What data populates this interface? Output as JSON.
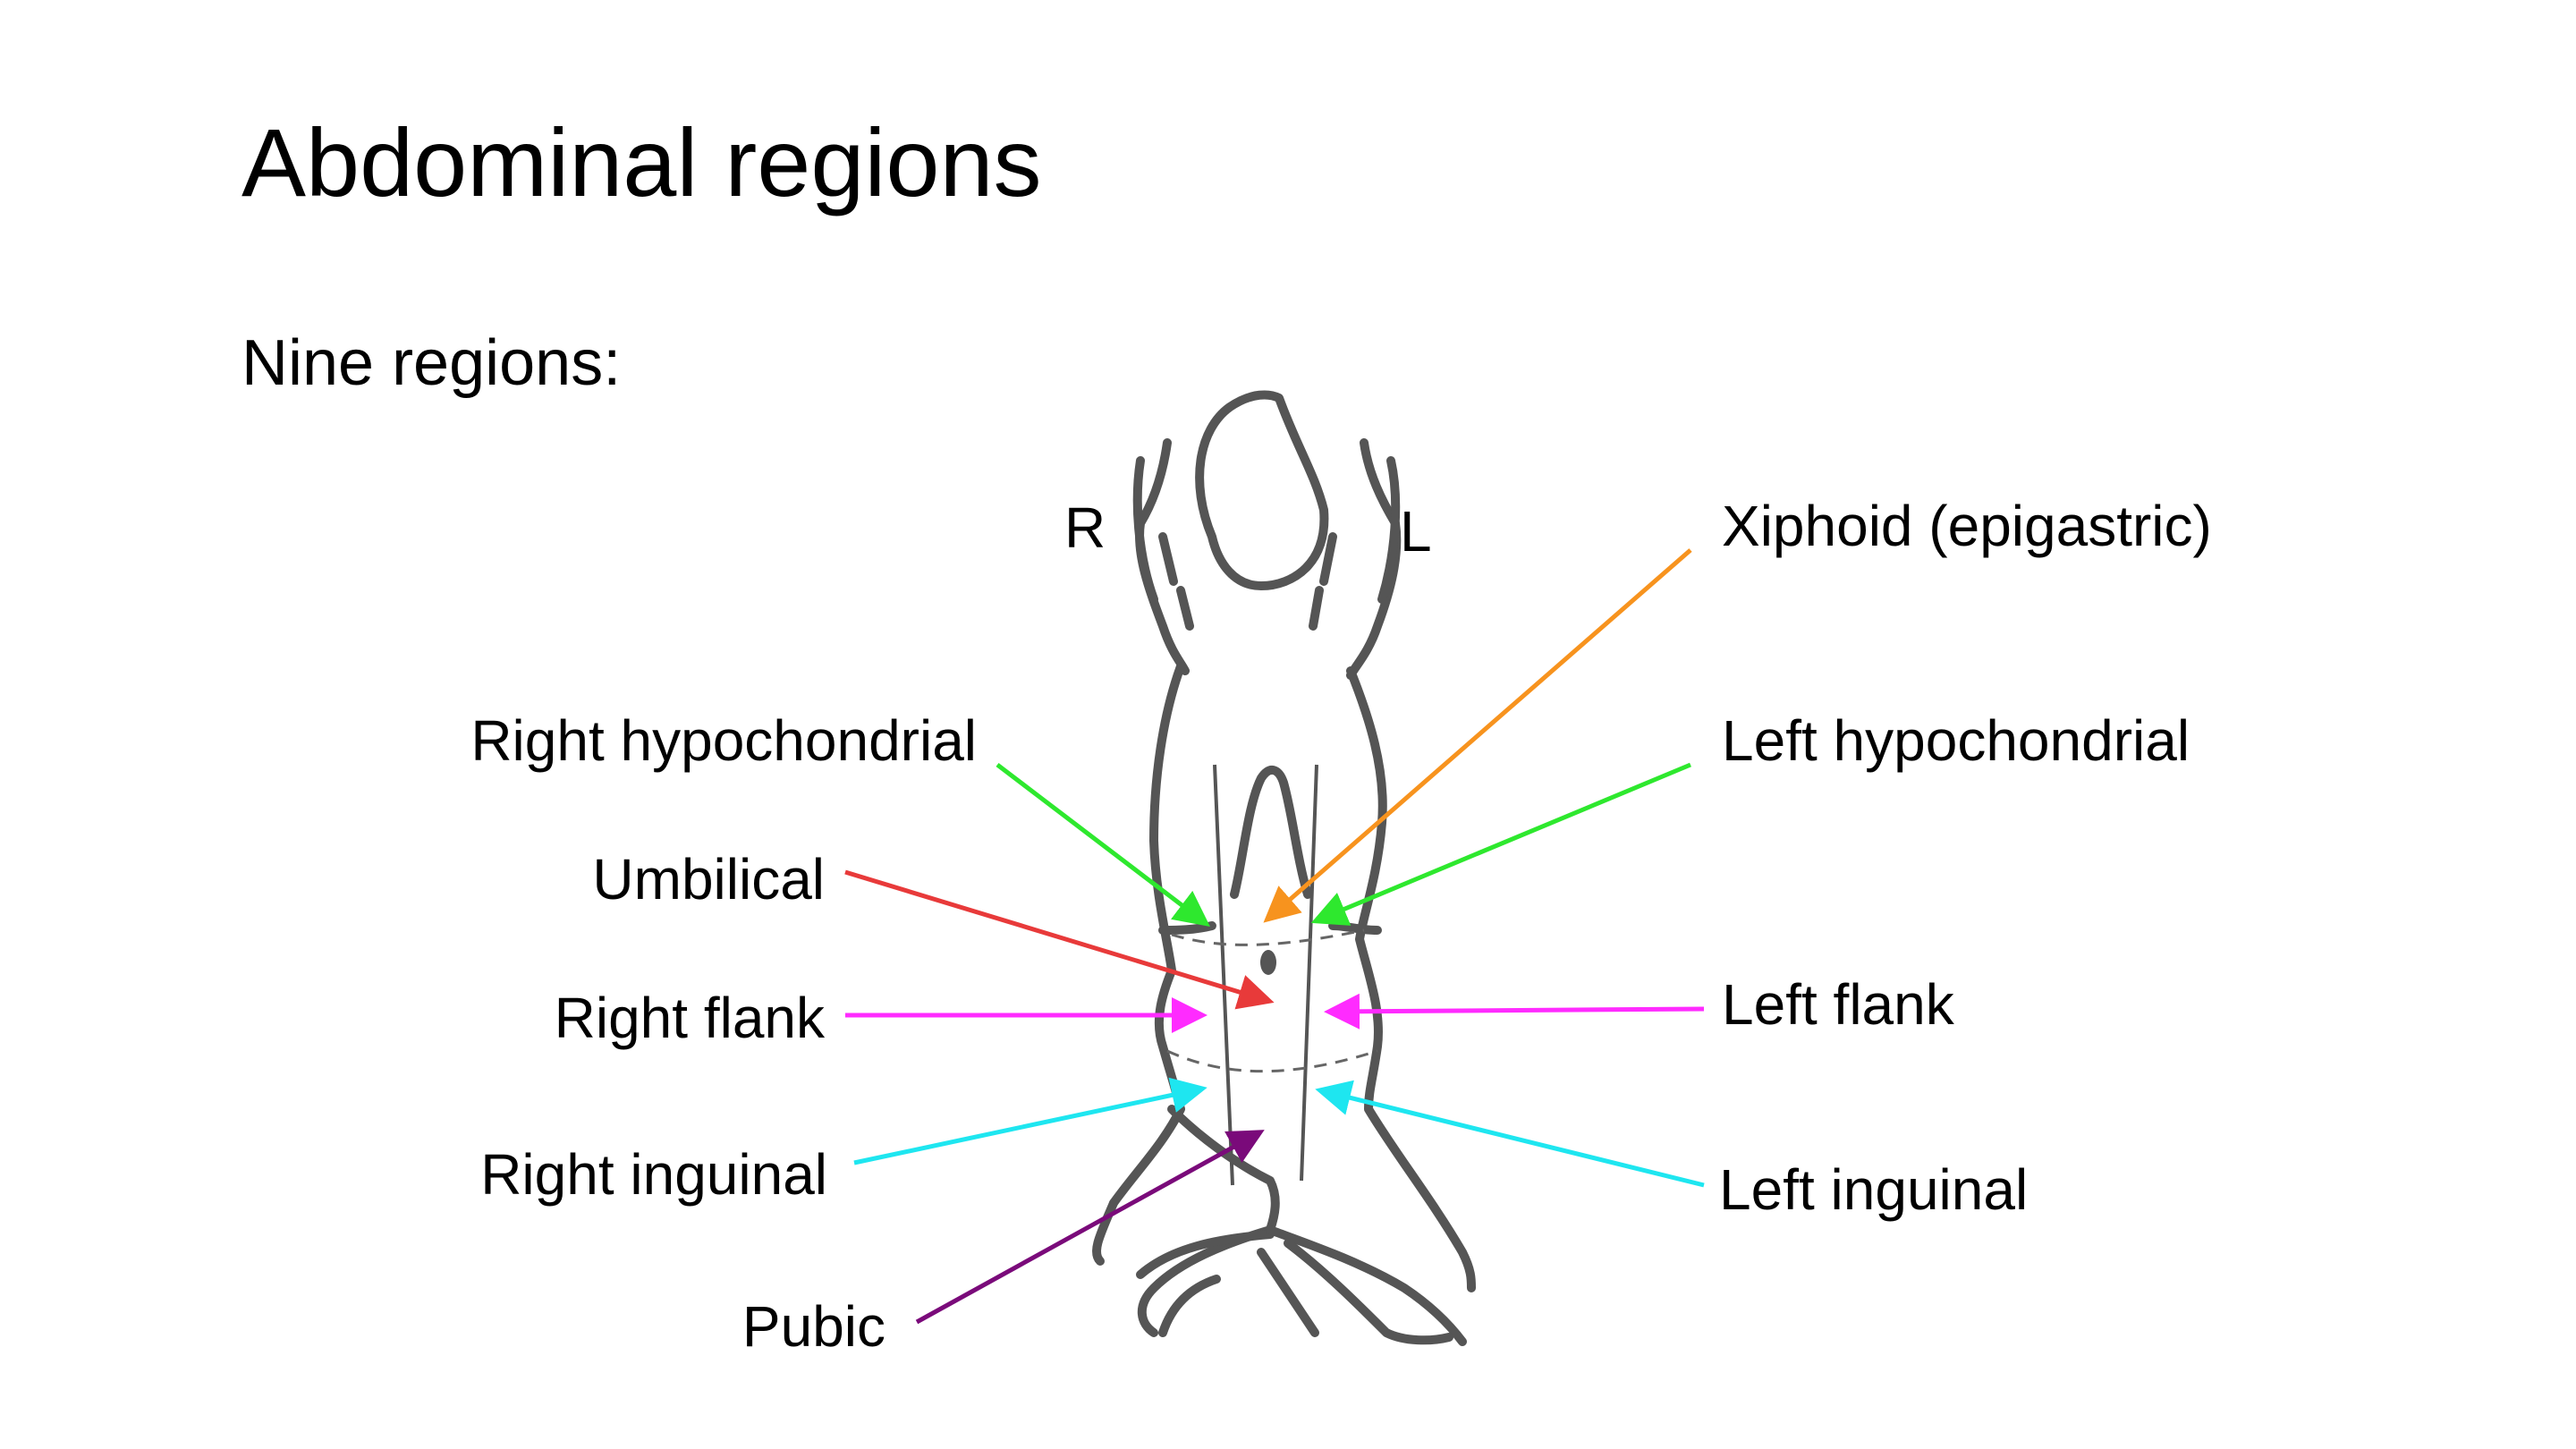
{
  "title": "Abdominal regions",
  "subtitle": "Nine regions:",
  "orientation": {
    "right": "R",
    "left": "L"
  },
  "labels": {
    "xiphoid": "Xiphoid (epigastric)",
    "right_hypochondrial": "Right hypochondrial",
    "left_hypochondrial": "Left hypochondrial",
    "umbilical": "Umbilical",
    "right_flank": "Right flank",
    "left_flank": "Left flank",
    "right_inguinal": "Right inguinal",
    "left_inguinal": "Left inguinal",
    "pubic": "Pubic"
  },
  "colors": {
    "xiphoid": "#f7931e",
    "hypochondrial": "#2ee82e",
    "umbilical": "#e83a3a",
    "flank": "#ff2bff",
    "inguinal": "#1ee6f0",
    "pubic": "#7a0a7a"
  }
}
